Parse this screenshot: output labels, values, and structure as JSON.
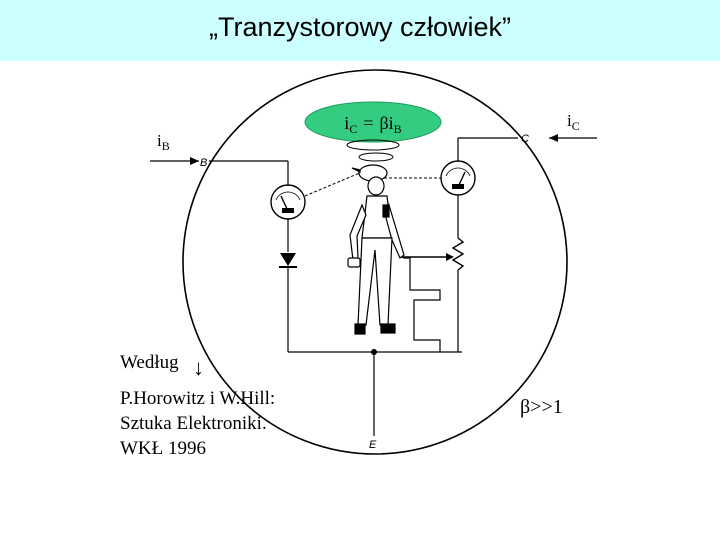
{
  "slide": {
    "title": "„Tranzystorowy człowiek”",
    "title_bar_color": "#ccffff"
  },
  "diagram": {
    "equation": {
      "lhs": "i",
      "lhs_sub": "C",
      "eq": "=",
      "beta": "β",
      "rhs": "i",
      "rhs_sub": "B",
      "highlight_color": "#33cc80"
    },
    "labels": {
      "ib_current": "i",
      "ib_sub": "B",
      "ic_current": "i",
      "ic_sub": "C",
      "base": "B",
      "collector": "C",
      "emitter": "E",
      "beta_condition": "β>>1"
    },
    "citation": {
      "lines": [
        "Według",
        "P.Horowitz i W.Hill:",
        "Sztuka Elektroniki.",
        "WKŁ 1996"
      ],
      "arrow": "↓"
    },
    "icons": [
      "ammeter-icon",
      "diode-icon",
      "potentiometer-icon",
      "human-figure-icon"
    ]
  }
}
